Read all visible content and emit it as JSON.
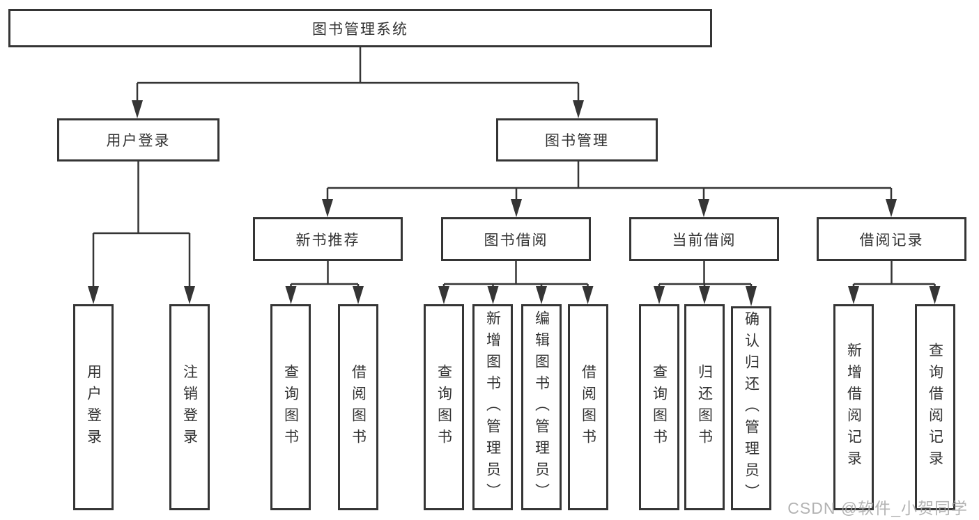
{
  "tree": {
    "root": "图书管理系统",
    "branches": [
      {
        "label": "用户登录",
        "children": [
          "用户登录",
          "注销登录"
        ]
      },
      {
        "label": "图书管理",
        "groups": [
          {
            "label": "新书推荐",
            "children": [
              "查询图书",
              "借阅图书"
            ]
          },
          {
            "label": "图书借阅",
            "children": [
              "查询图书",
              "新增图书（管理员）",
              "编辑图书（管理员）",
              "借阅图书"
            ]
          },
          {
            "label": "当前借阅",
            "children": [
              "查询图书",
              "归还图书",
              "确认归还（管理员）"
            ]
          },
          {
            "label": "借阅记录",
            "children": [
              "新增借阅记录",
              "查询借阅记录"
            ]
          }
        ]
      }
    ]
  },
  "watermark": "CSDN @软件_小贺同学",
  "colors": {
    "line": "#353535",
    "text": "#333333",
    "background": "#ffffff",
    "watermark": "#a6a6a6"
  }
}
